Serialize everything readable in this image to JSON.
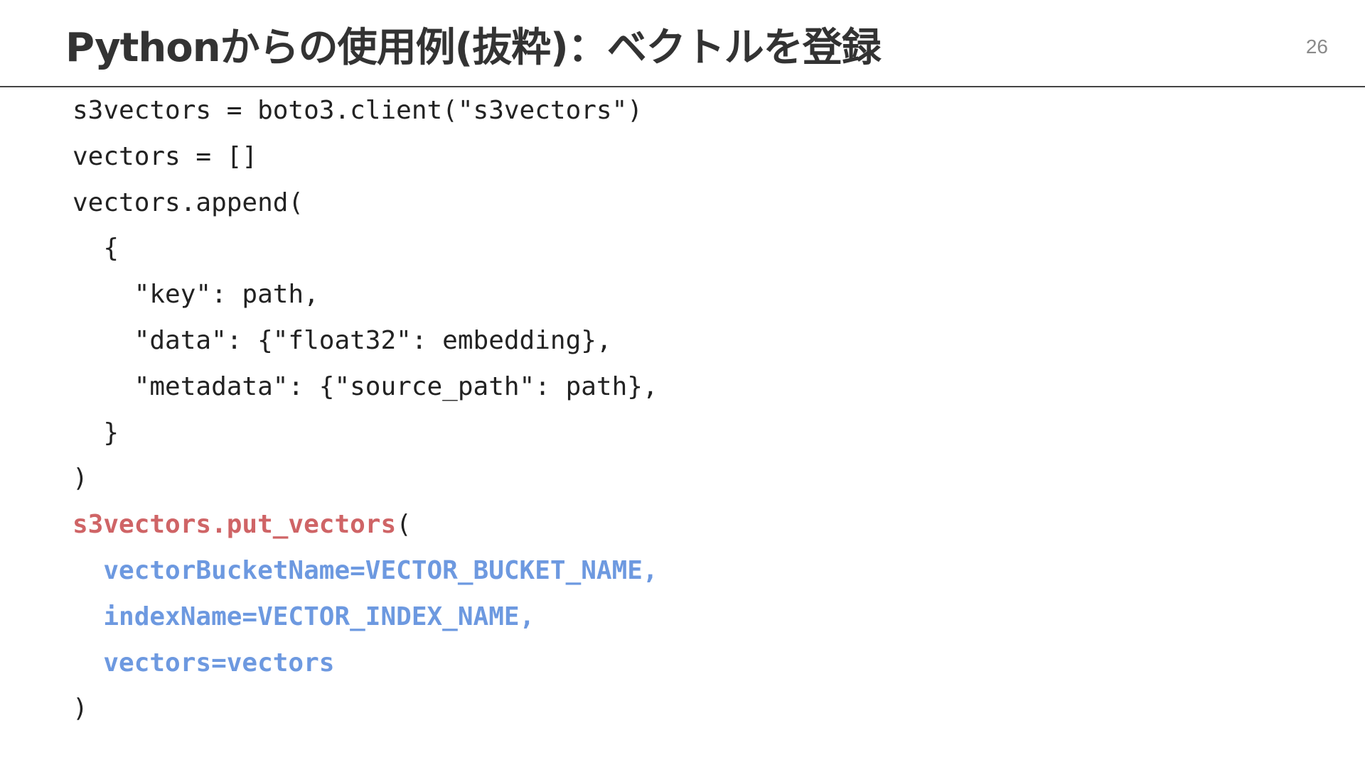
{
  "slide": {
    "title": "Pythonからの使用例(抜粋)：ベクトルを登録",
    "page_number": "26"
  },
  "code": {
    "lines": [
      "s3vectors = boto3.client(\"s3vectors\")",
      "vectors = []",
      "vectors.append(",
      "  {",
      "    \"key\": path,",
      "    \"data\": {\"float32\": embedding},",
      "    \"metadata\": {\"source_path\": path},",
      "  }",
      ")",
      "s3vectors.put_vectors",
      "(",
      "  vectorBucketName=VECTOR_BUCKET_NAME,",
      "  indexName=VECTOR_INDEX_NAME,",
      "  vectors=vectors",
      ")"
    ]
  },
  "colors": {
    "highlight_call": "#cf6466",
    "highlight_keyword_args": "#6d99e0",
    "text": "#222222",
    "title": "#333333",
    "page_number": "#8a8a8a"
  }
}
